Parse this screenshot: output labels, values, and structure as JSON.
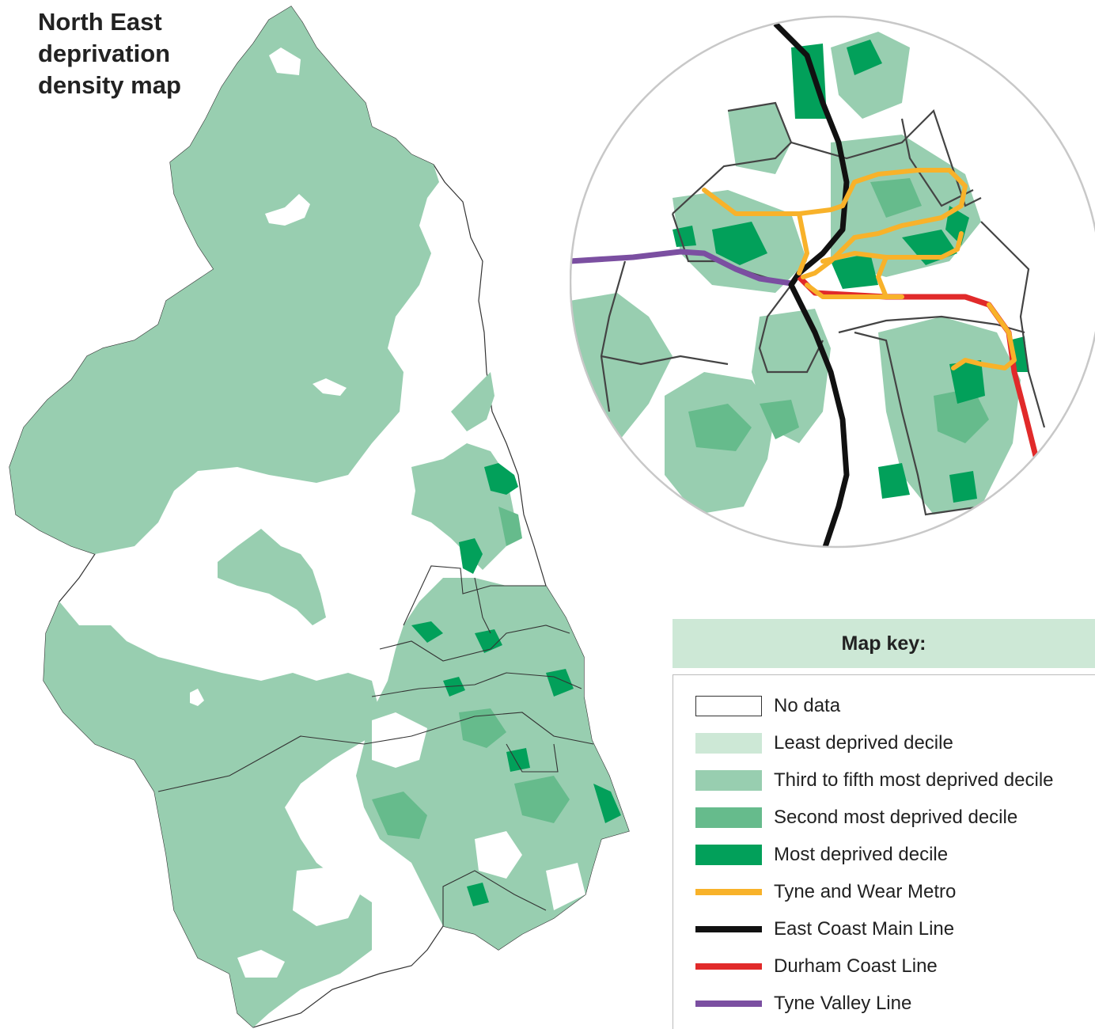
{
  "title": "North East deprivation density map",
  "legend": {
    "heading": "Map key:",
    "items": [
      {
        "label": "No data",
        "kind": "box",
        "color": "#ffffff",
        "border": "#333333"
      },
      {
        "label": "Least deprived decile",
        "kind": "box",
        "color": "#cde8d6"
      },
      {
        "label": "Third to fifth most deprived decile",
        "kind": "box",
        "color": "#98ceb0"
      },
      {
        "label": "Second most deprived decile",
        "kind": "box",
        "color": "#66bb8c"
      },
      {
        "label": "Most deprived decile",
        "kind": "box",
        "color": "#02a05a"
      },
      {
        "label": "Tyne and Wear Metro",
        "kind": "line",
        "color": "#f8b22a"
      },
      {
        "label": "East Coast Main Line",
        "kind": "line",
        "color": "#111111"
      },
      {
        "label": "Durham Coast Line",
        "kind": "line",
        "color": "#e12a2a"
      },
      {
        "label": "Tyne Valley Line",
        "kind": "line",
        "color": "#7b4fa1"
      }
    ]
  },
  "colors": {
    "least": "#cde8d6",
    "third_to_fifth": "#98ceb0",
    "second": "#66bb8c",
    "most": "#02a05a",
    "boundary": "#333333"
  }
}
